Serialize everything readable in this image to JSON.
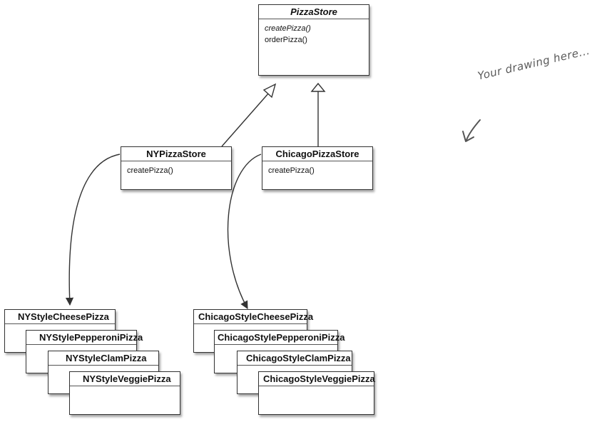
{
  "pizza_store": {
    "name": "PizzaStore",
    "operations": [
      "createPizza()",
      "orderPizza()"
    ]
  },
  "ny_store": {
    "name": "NYPizzaStore",
    "operations": [
      "createPizza()"
    ]
  },
  "chicago_store": {
    "name": "ChicagoPizzaStore",
    "operations": [
      "createPizza()"
    ]
  },
  "ny_pizzas": [
    "NYStyleCheesePizza",
    "NYStylePepperoniPizza",
    "NYStyleClamPizza",
    "NYStyleVeggiePizza"
  ],
  "chicago_pizzas": [
    "ChicagoStyleCheesePizza",
    "ChicagoStylePepperoniPizza",
    "ChicagoStyleClamPizza",
    "ChicagoStyleVeggiePizza"
  ],
  "annotation": {
    "text": "Your drawing here..."
  }
}
